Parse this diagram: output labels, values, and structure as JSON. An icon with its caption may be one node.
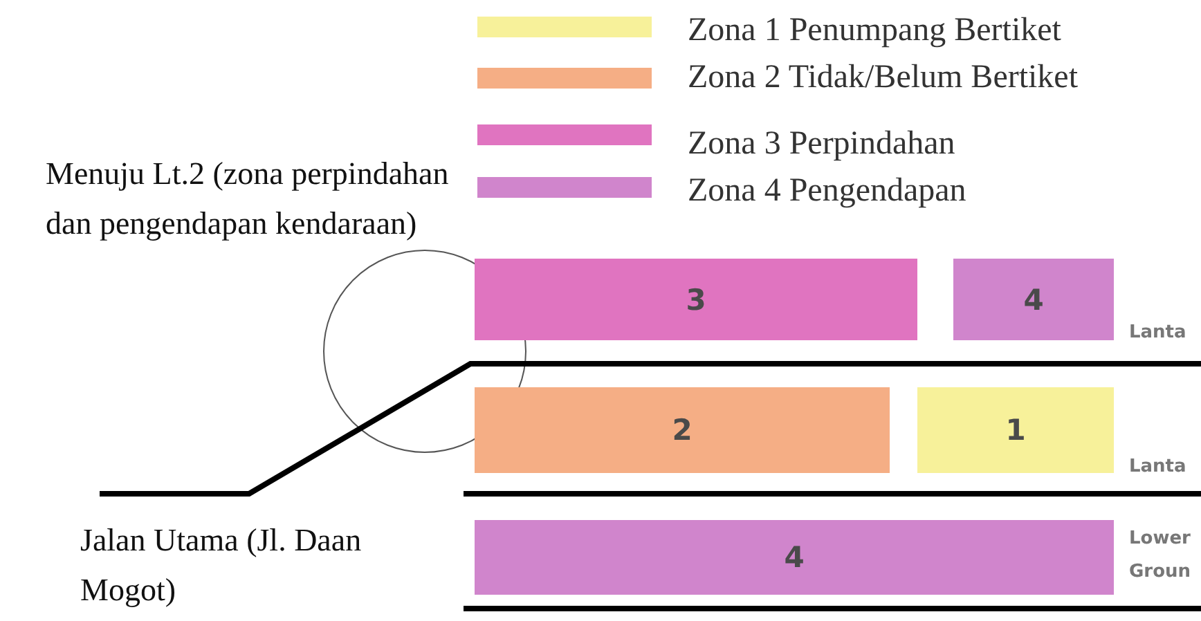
{
  "diagram": {
    "nodes": [
      {
        "text": [
          "3"
        ]
      },
      {
        "text": [
          "4"
        ]
      },
      {
        "text": [
          "2"
        ]
      },
      {
        "text": [
          "1"
        ]
      },
      {
        "text": [
          "4"
        ]
      }
    ],
    "labels": [
      "Menuju Lt.2 (zona perpindahan dan pengendapan kendaraan)",
      "Lanta",
      "Lanta",
      "Jalan Utama (Jl. Daan Mogot)",
      "Lower Groun"
    ],
    "legend": [
      {
        "text": "Zona 1 Penumpang Bertiket",
        "color": "#f7f19a"
      },
      {
        "text": "Zona 2 Tidak/Belum Bertiket",
        "color": "#f5ae85"
      },
      {
        "text": "Zona 3 Perpindahan",
        "color": "#e074c0"
      },
      {
        "text": "Zona 4 Pengendapan",
        "color": "#d085cc"
      }
    ]
  }
}
